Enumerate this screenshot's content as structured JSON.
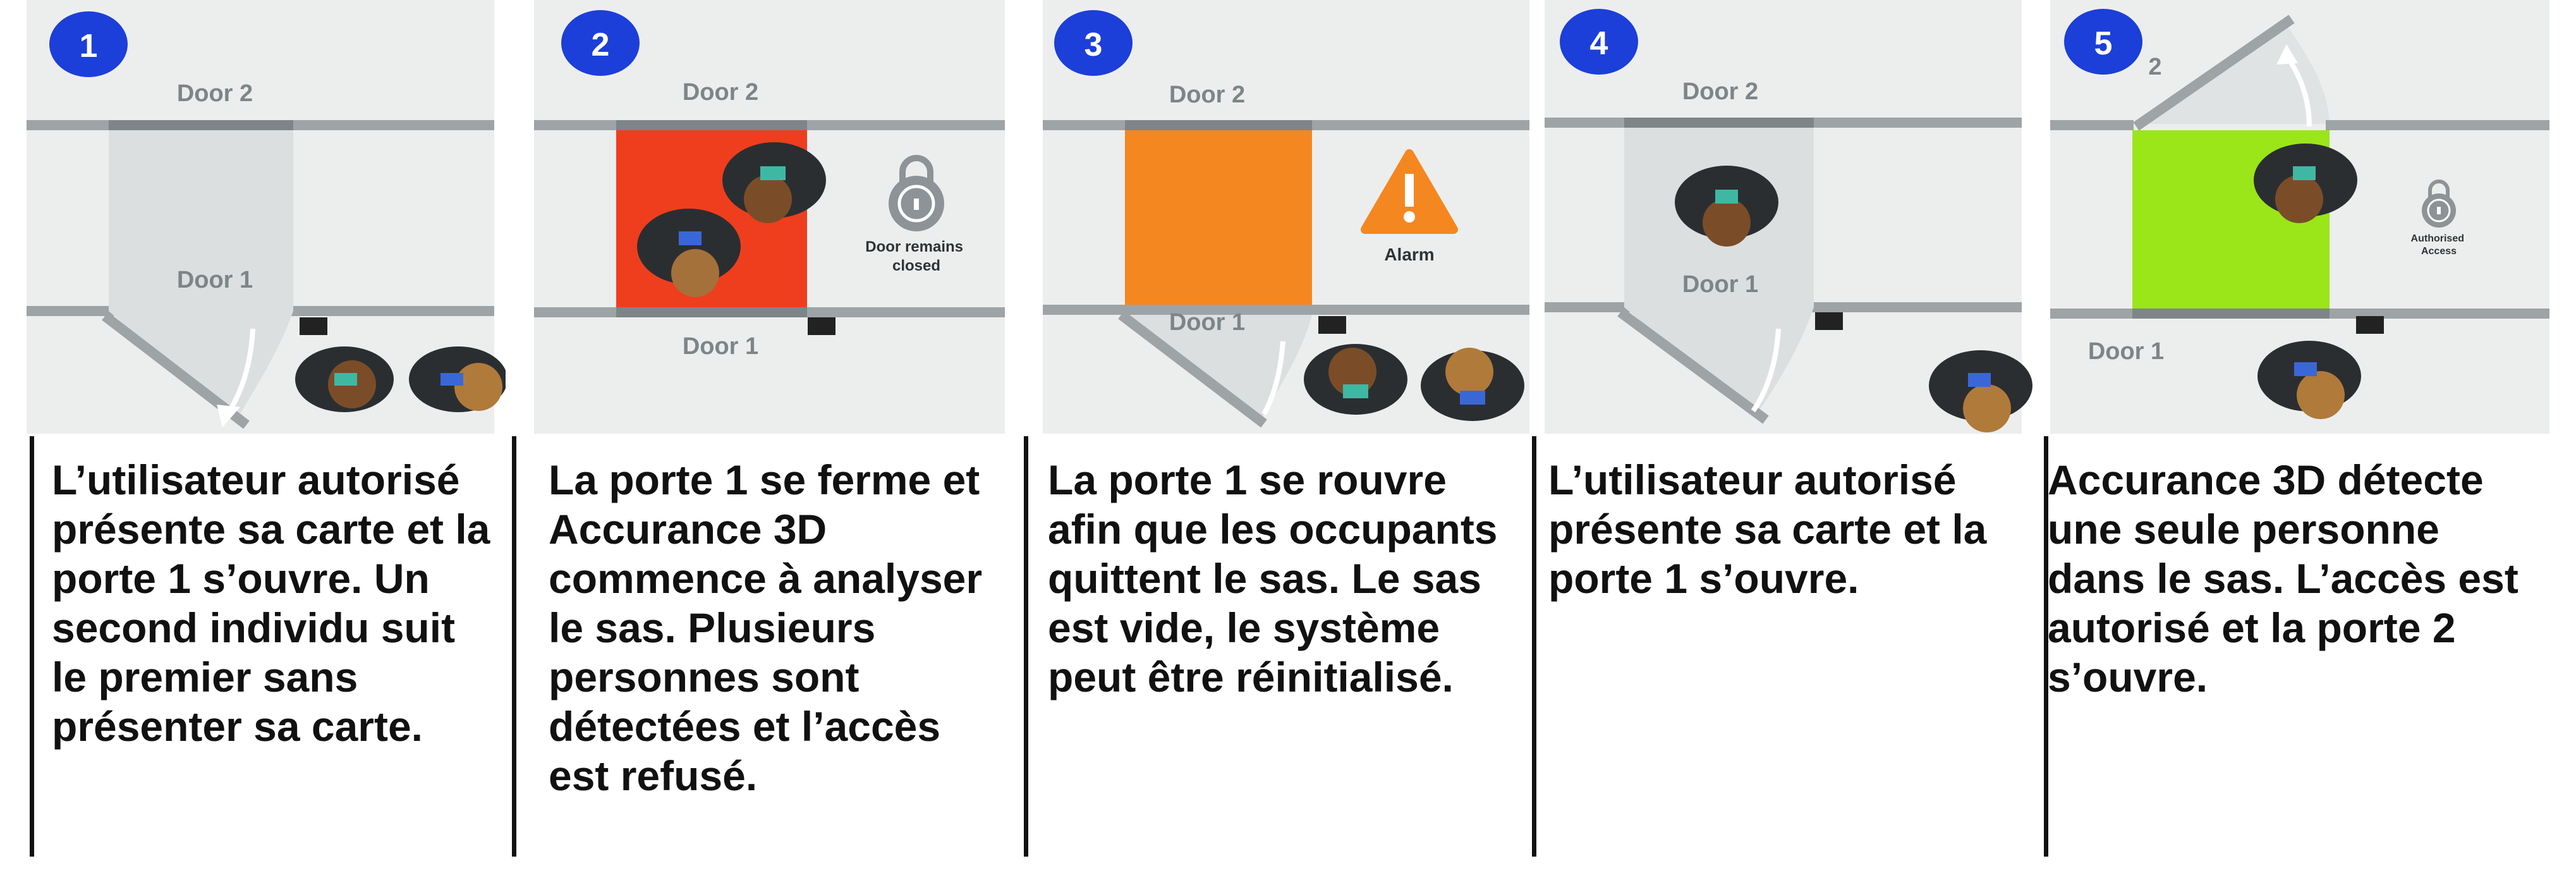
{
  "colors": {
    "background": "#eceeee",
    "wall": "#9ea3a6",
    "step_badge": "#1c3fd9",
    "denied_zone": "#ef3e1d",
    "alarm_zone": "#f58720",
    "granted_zone": "#9ae619",
    "door_sweep": "#dcdfe0",
    "label_text": "#7d8588"
  },
  "panels": [
    {
      "step": "1",
      "door_top_label": "Door 2",
      "door_bottom_label": "Door 1",
      "caption": "L’utilisateur autorisé\nprésente sa carte et la\nporte 1 s’ouvre. Un\nsecond individu suit\nle premier sans\nprésenter sa carte."
    },
    {
      "step": "2",
      "door_top_label": "Door 2",
      "door_bottom_label": "Door 1",
      "status_icon": "padlock-icon",
      "status_label": "Door remains\nclosed",
      "caption": "La porte 1 se ferme et\nAccurance 3D\ncommence à analyser\nle sas. Plusieurs\npersonnes sont\ndétectées et l’accès\nest refusé."
    },
    {
      "step": "3",
      "door_top_label": "Door 2",
      "door_bottom_label": "Door 1",
      "status_icon": "warning-triangle-icon",
      "status_label": "Alarm",
      "caption": " La porte 1 se rouvre\nafin que les occupants\nquittent le sas. Le sas\nest vide, le système\npeut être réinitialisé."
    },
    {
      "step": "4",
      "door_top_label": "Door 2",
      "door_bottom_label": "Door 1",
      "caption": "L’utilisateur autorisé\nprésente sa carte et la\nporte 1 s’ouvre."
    },
    {
      "step": "5",
      "door_top_label": "2",
      "door_bottom_label": "Door 1",
      "status_icon": "padlock-icon",
      "status_label": "Authorised\nAccess",
      "caption": "Accurance 3D détecte\nune seule personne\ndans le sas. L’accès est\nautorisé et la porte 2\ns’ouvre."
    }
  ]
}
